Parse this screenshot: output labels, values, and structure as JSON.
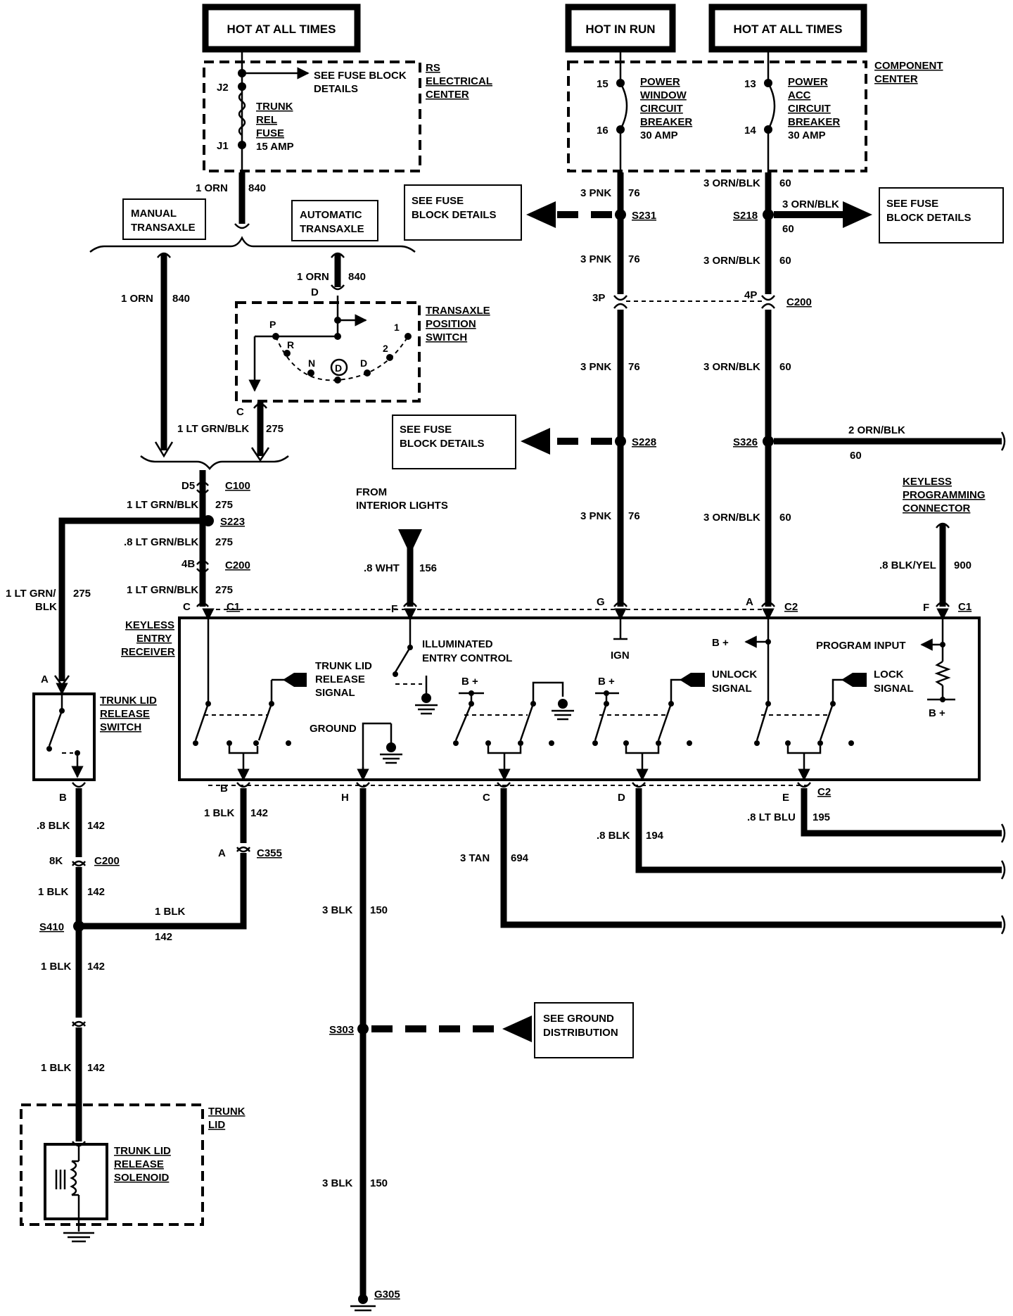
{
  "diagram": {
    "power_sources": {
      "hot_at_all_times_left": "HOT AT ALL TIMES",
      "hot_in_run": "HOT IN RUN",
      "hot_at_all_times_right": "HOT AT ALL TIMES"
    },
    "rs_center": {
      "title_1": "RS",
      "title_2": "ELECTRICAL",
      "title_3": "CENTER",
      "j2": "J2",
      "j1": "J1",
      "see_1": "SEE FUSE BLOCK",
      "see_2": "DETAILS",
      "fuse_1": "TRUNK",
      "fuse_2": "REL",
      "fuse_3": "FUSE",
      "fuse_4": "15 AMP"
    },
    "component_center": {
      "title_1": "COMPONENT",
      "title_2": "CENTER",
      "pin15": "15",
      "pin16": "16",
      "pin13": "13",
      "pin14": "14",
      "pw_1": "POWER",
      "pw_2": "WINDOW",
      "pw_3": "CIRCUIT",
      "pw_4": "BREAKER",
      "pw_5": "30 AMP",
      "pa_1": "POWER",
      "pa_2": "ACC",
      "pa_3": "CIRCUIT",
      "pa_4": "BREAKER",
      "pa_5": "30 AMP"
    },
    "wires": {
      "orn_1": "1 ORN",
      "c840": "840",
      "pnk_3": "3 PNK",
      "c76": "76",
      "ornblk_3": "3 ORN/BLK",
      "c60": "60",
      "ornblk_2": "2 ORN/BLK",
      "ltgrnblk_1": "1 LT GRN/BLK",
      "c275": "275",
      "ltgrnblk_08": ".8 LT GRN/BLK",
      "ltgrn_1": "1 LT GRN/",
      "blk_part": "BLK",
      "wht_08": ".8 WHT",
      "c156": "156",
      "blkyel_08": ".8 BLK/YEL",
      "c900": "900",
      "blk_1": "1 BLK",
      "c142": "142",
      "blk_08": ".8 BLK",
      "blk_3": "3 BLK",
      "c150": "150",
      "tan_3": "3 TAN",
      "c694": "694",
      "c194": "194",
      "ltblu_08": ".8 LT BLU",
      "c195": "195"
    },
    "splices": {
      "s231": "S231",
      "s218": "S218",
      "s228": "S228",
      "s326": "S326",
      "s223": "S223",
      "s410": "S410",
      "s303": "S303",
      "g305": "G305"
    },
    "connectors": {
      "c200": "C200",
      "c100": "C100",
      "c355": "C355",
      "c1": "C1",
      "c2": "C2",
      "p3": "3P",
      "p4": "4P",
      "d5": "D5",
      "b4": "4B",
      "k8": "8K",
      "pa": "A",
      "pb": "B",
      "pc": "C",
      "pd": "D",
      "pe": "E",
      "pf": "F",
      "pg": "G",
      "ph": "H"
    },
    "boxes": {
      "see_fuse_1": "SEE FUSE",
      "block_details": "BLOCK DETAILS",
      "manual_1": "MANUAL",
      "transaxle": "TRANSAXLE",
      "automatic_1": "AUTOMATIC",
      "see_ground_1": "SEE GROUND",
      "see_ground_2": "DISTRIBUTION"
    },
    "tps": {
      "t1": "TRANSAXLE",
      "t2": "POSITION",
      "t3": "SWITCH",
      "p": "P",
      "r": "R",
      "n": "N",
      "d": "D",
      "dc": "D",
      "one": "1",
      "two": "2"
    },
    "receiver": {
      "t1": "KEYLESS",
      "t2": "ENTRY",
      "t3": "RECEIVER",
      "from_1": "FROM",
      "from_2": "INTERIOR LIGHTS",
      "illum_1": "ILLUMINATED",
      "illum_2": "ENTRY CONTROL",
      "trunk_1": "TRUNK LID",
      "trunk_2": "RELEASE",
      "trunk_3": "SIGNAL",
      "ground": "GROUND",
      "ign": "IGN",
      "bplus": "B +",
      "program_input": "PROGRAM INPUT",
      "unlock_1": "UNLOCK",
      "unlock_2": "SIGNAL",
      "lock_1": "LOCK",
      "lock_2": "SIGNAL",
      "kpc_1": "KEYLESS",
      "kpc_2": "PROGRAMMING",
      "kpc_3": "CONNECTOR"
    },
    "trunk": {
      "sw_1": "TRUNK LID",
      "sw_2": "RELEASE",
      "sw_3": "SWITCH",
      "lid_1": "TRUNK",
      "lid_2": "LID",
      "sol_1": "TRUNK LID",
      "sol_2": "RELEASE",
      "sol_3": "SOLENOID"
    }
  }
}
